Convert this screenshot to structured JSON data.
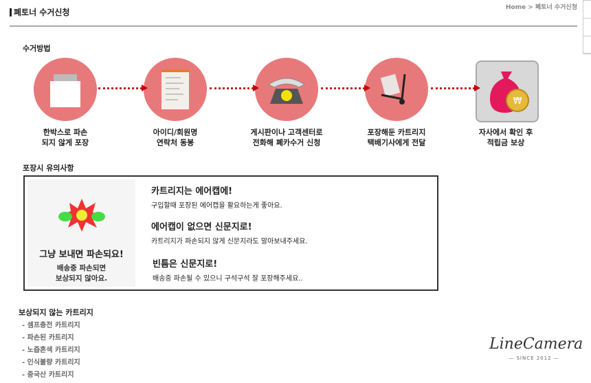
{
  "header": {
    "title": "폐토너 수거신청",
    "breadcrumb": "Home > 폐토너 수거신청"
  },
  "method": {
    "heading": "수거방법",
    "steps": [
      {
        "line1": "한박스로 파손",
        "line2": "되지 않게 포장",
        "icon": "box-icon"
      },
      {
        "line1": "아이디/회원명",
        "line2": "연락처 동봉",
        "icon": "document-icon"
      },
      {
        "line1": "게시판이나 고객센터로",
        "line2": "전화해 폐카수거 신청",
        "icon": "telephone-icon"
      },
      {
        "line1": "포장해둔 카트리지",
        "line2": "택배기사에게 전달",
        "icon": "hand-truck-icon"
      },
      {
        "line1": "자사에서 확인 후",
        "line2": "적립금 보상",
        "icon": "money-bag-icon"
      }
    ]
  },
  "caution": {
    "heading": "포장시 유의사항",
    "warning_title": "그냥 보내면 파손되요!",
    "warning_line1": "배송중 파손되면",
    "warning_line2": "보상되지 않아요.",
    "tips": [
      {
        "title": "카트리지는 에어캡에!",
        "text": "구입할때 포장된 에어캡을 활요하는게 좋아요."
      },
      {
        "title": "에어캡이 없으면 신문지로!",
        "text": "카트리지가 파손되지 않게 신문지라도 말아보내주세요."
      },
      {
        "title": "빈틈은 신문지로!",
        "text": "배송중 파손될 수 있으니 구석구석 잘 포장해주세요.."
      }
    ]
  },
  "excluded": {
    "heading": "보상되지 않는 카트리지",
    "items": [
      "- 셈프충전 카트리지",
      "- 파손된 카트리지",
      "- 노즙흔색 카트리지",
      "- 인식불량 카트리지",
      "- 중국산 카트리지"
    ]
  },
  "logo": {
    "name": "LineCamera",
    "since": "— SINCE 2012 —"
  }
}
